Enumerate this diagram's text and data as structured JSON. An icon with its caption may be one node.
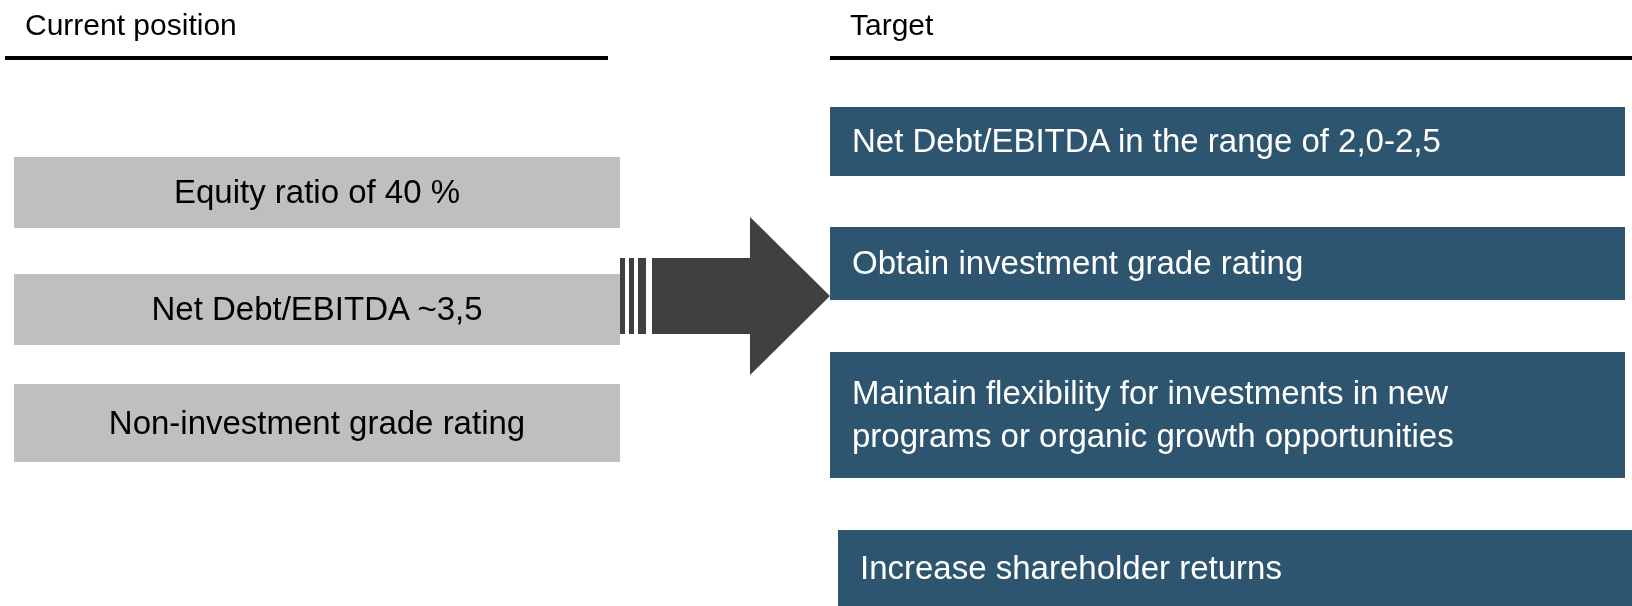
{
  "diagram": {
    "nodes": [
      {
        "text": [
          "Equity ratio of 40 %"
        ]
      },
      {
        "text": [
          "Net Debt/EBITDA ~3,5"
        ]
      },
      {
        "text": [
          "Non-investment grade rating"
        ]
      },
      {
        "text": [
          "Net Debt/EBITDA in the range of 2,0-2,5"
        ]
      },
      {
        "text": [
          "Obtain investment grade rating"
        ]
      },
      {
        "text": [
          "Maintain flexibility for investments in new programs or organic growth opportunities"
        ]
      },
      {
        "text": [
          "Increase shareholder returns"
        ]
      }
    ],
    "edges": [
      {
        "from": 1,
        "to": 4,
        "arrow": "to",
        "style": "thick"
      }
    ],
    "labels": [
      "Current position",
      "Target"
    ]
  }
}
